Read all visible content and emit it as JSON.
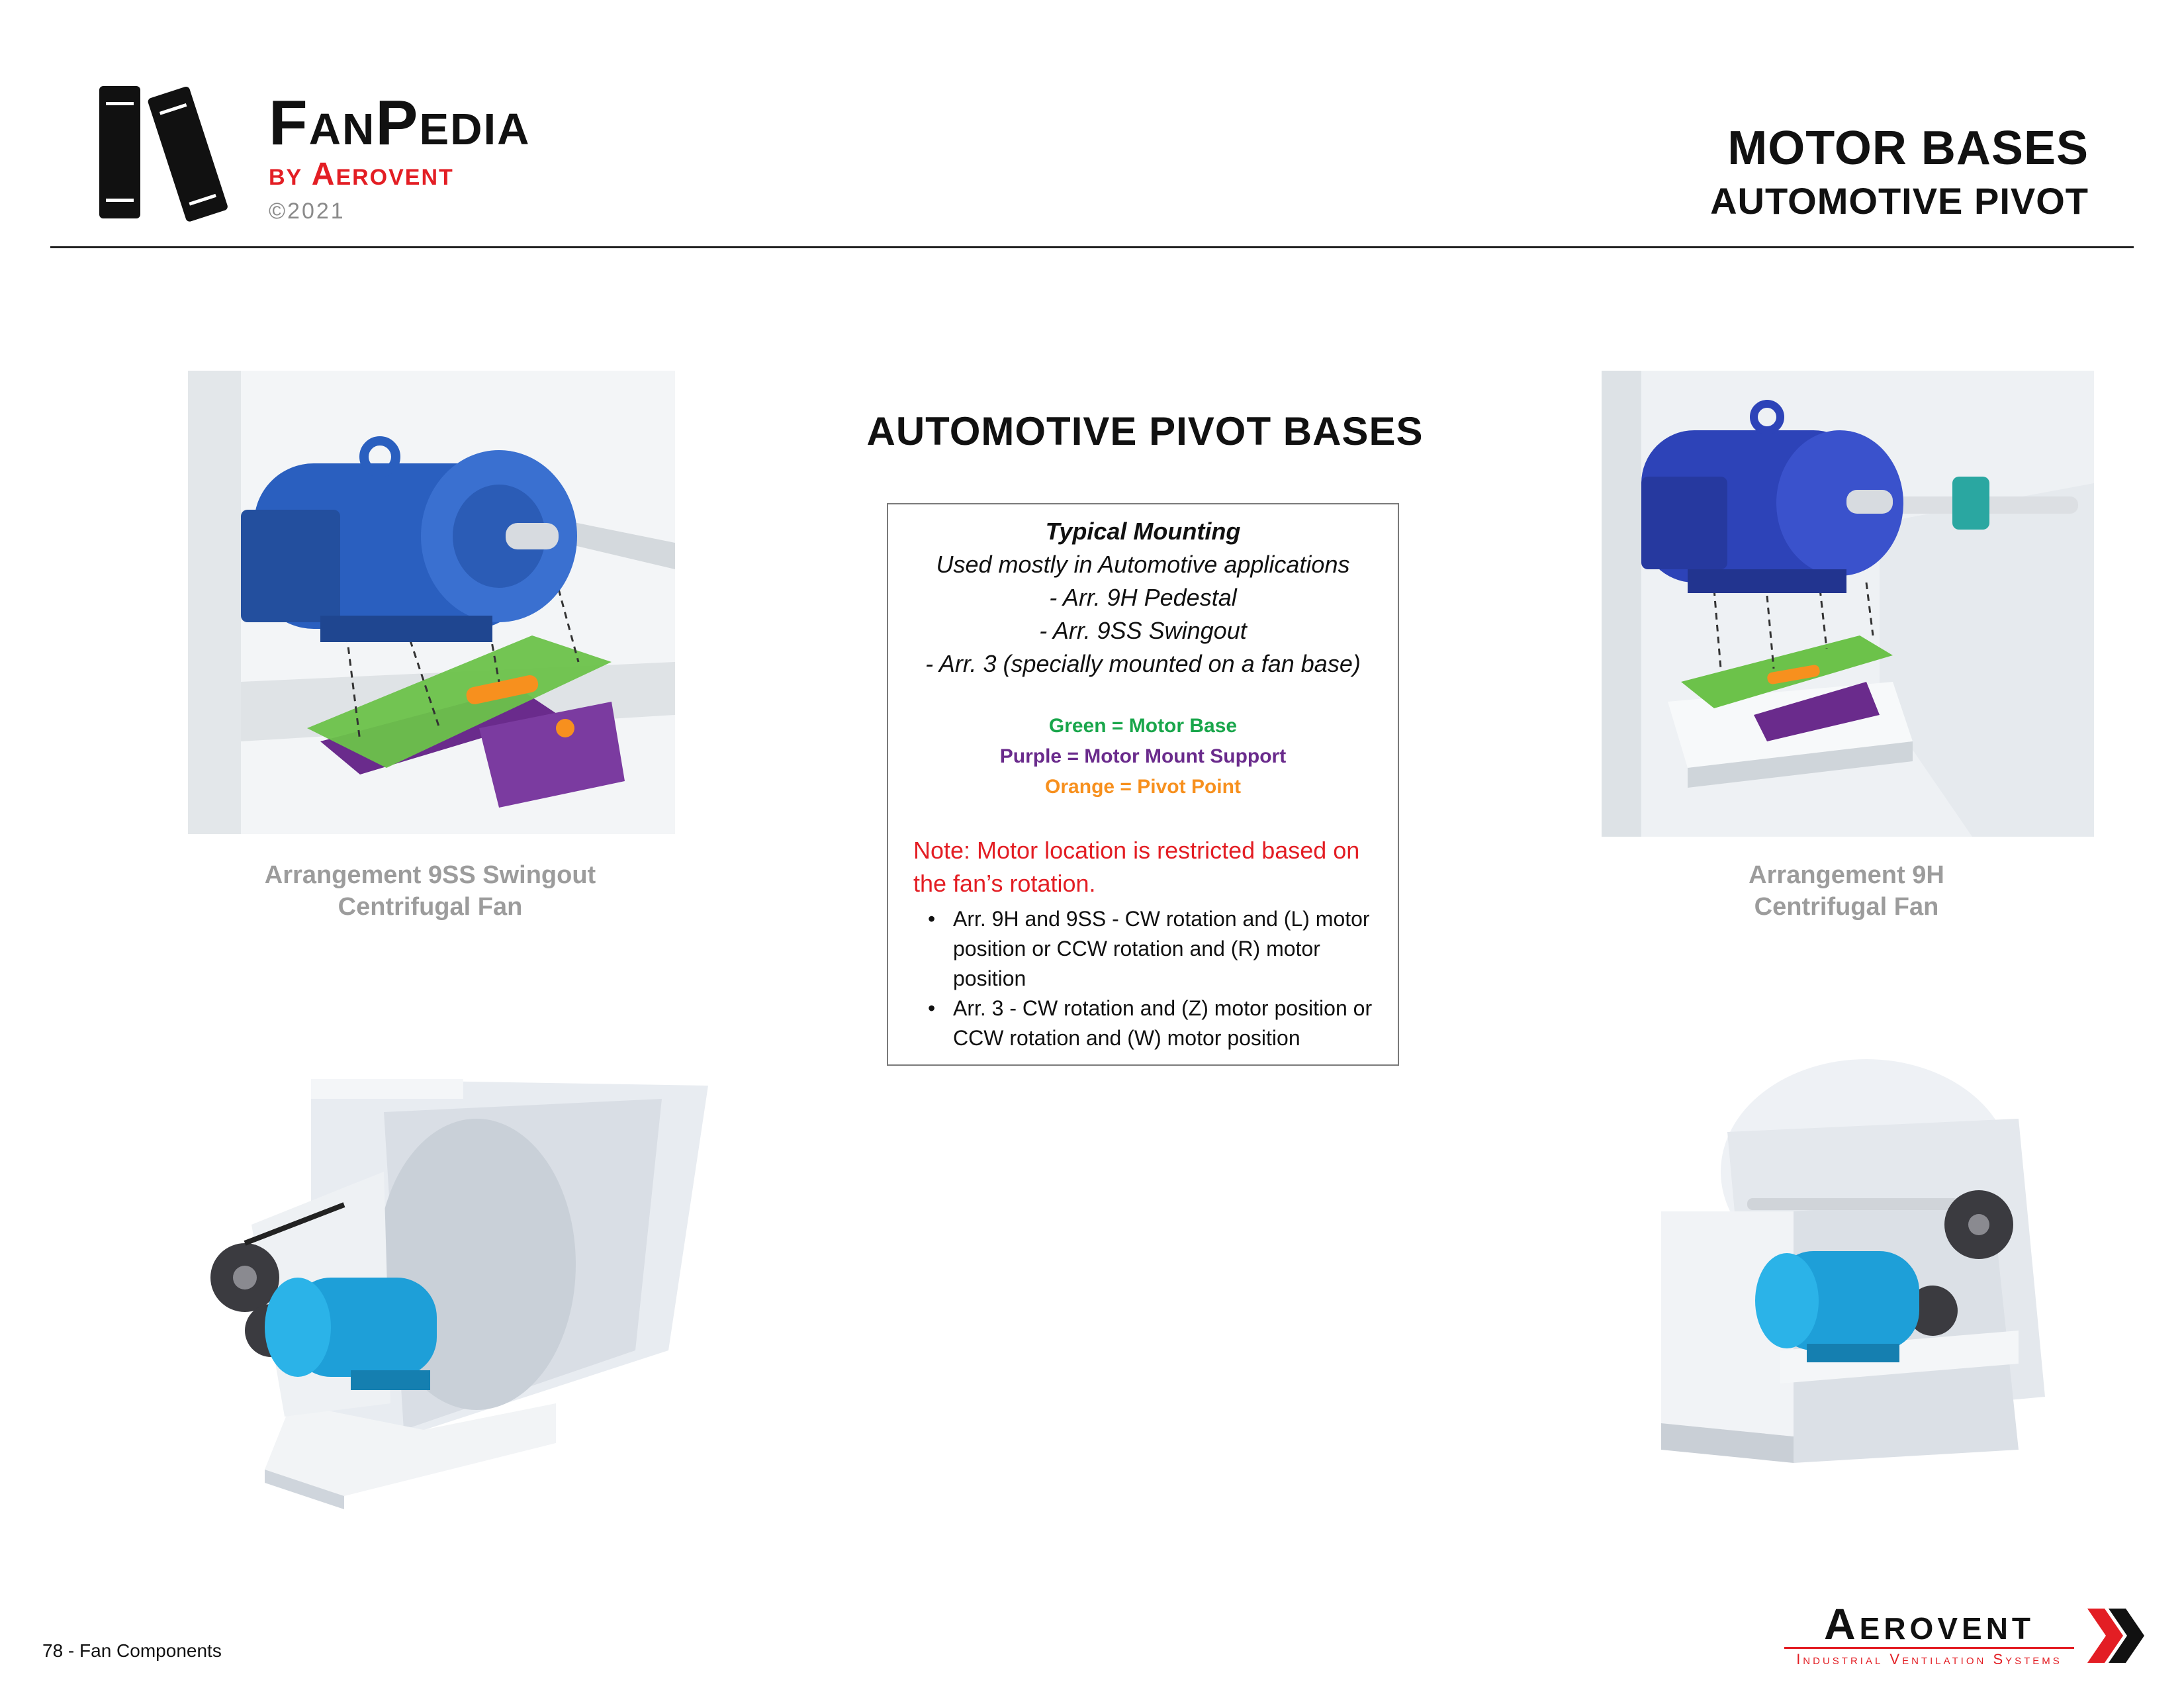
{
  "header": {
    "brand_name": "FanPedia",
    "brand_sub": "by Aerovent",
    "copyright": "©2021",
    "title_main": "MOTOR BASES",
    "title_sub": "AUTOMOTIVE PIVOT"
  },
  "content": {
    "section_heading": "AUTOMOTIVE PIVOT BASES",
    "mounting": {
      "heading": "Typical Mounting",
      "lines": [
        "Used mostly in Automotive applications",
        "- Arr. 9H Pedestal",
        "- Arr. 9SS Swingout",
        "- Arr. 3 (specially mounted on a fan base)"
      ]
    },
    "legend": {
      "green": "Green = Motor Base",
      "purple": "Purple = Motor Mount Support",
      "orange": "Orange = Pivot Point"
    },
    "colors": {
      "motor_base": "#19a64b",
      "motor_mount_support": "#6a2b8c",
      "pivot_point": "#f7901e",
      "note": "#e31e24"
    },
    "note": "Note: Motor location is restricted based on the fan’s rotation.",
    "bullets": [
      "Arr. 9H and 9SS - CW rotation and (L) motor position or CCW rotation and (R) motor position",
      "Arr. 3 - CW rotation and (Z) motor position or CCW rotation and (W) motor position"
    ]
  },
  "captions": {
    "left_line1": "Arrangement 9SS Swingout",
    "left_line2": "Centrifugal Fan",
    "right_line1": "Arrangement 9H",
    "right_line2": "Centrifugal Fan"
  },
  "footer": {
    "page_label": "78 - Fan Components",
    "logo_text": "Aerovent",
    "logo_tagline": "Industrial Ventilation Systems"
  },
  "icons": {
    "logo": "books-icon",
    "footer_mark": "double-chevron-icon"
  }
}
